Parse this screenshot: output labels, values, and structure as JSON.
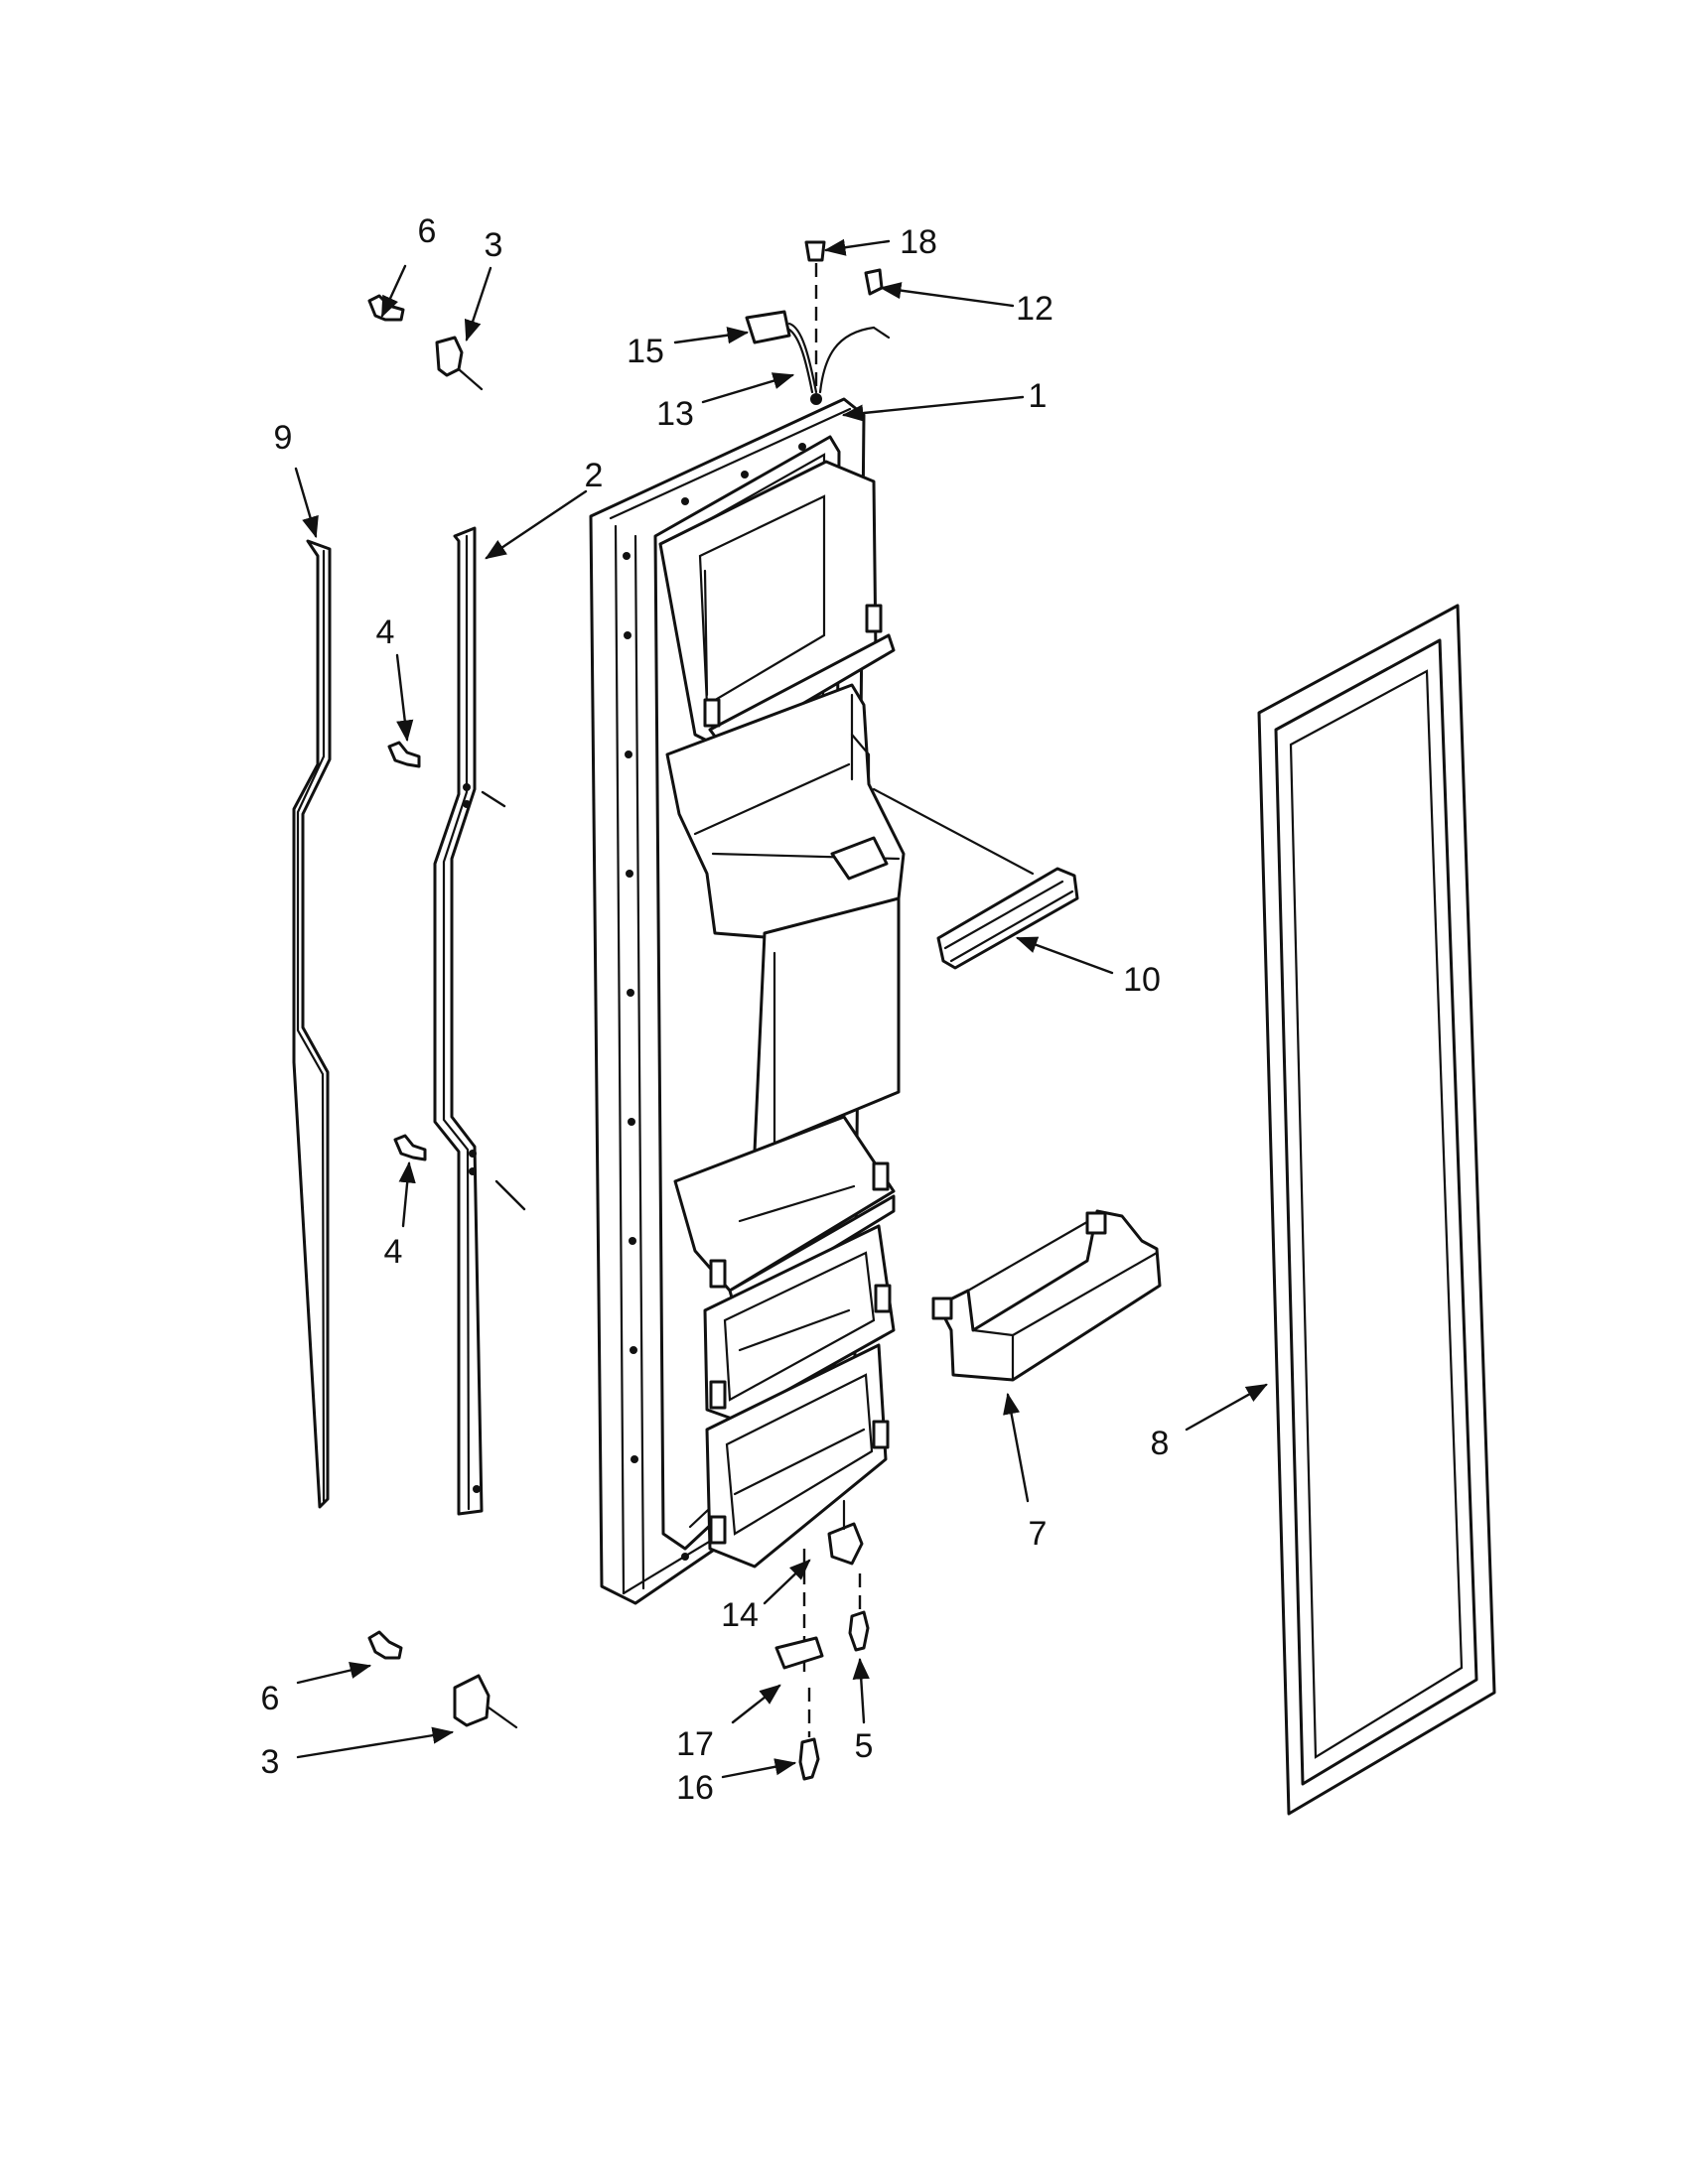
{
  "diagram": {
    "callouts": {
      "c1": "1",
      "c2": "2",
      "c3a": "3",
      "c3b": "3",
      "c4a": "4",
      "c4b": "4",
      "c5": "5",
      "c6a": "6",
      "c6b": "6",
      "c7": "7",
      "c8": "8",
      "c9": "9",
      "c10": "10",
      "c12": "12",
      "c13": "13",
      "c14": "14",
      "c15": "15",
      "c16": "16",
      "c17": "17",
      "c18": "18"
    }
  }
}
